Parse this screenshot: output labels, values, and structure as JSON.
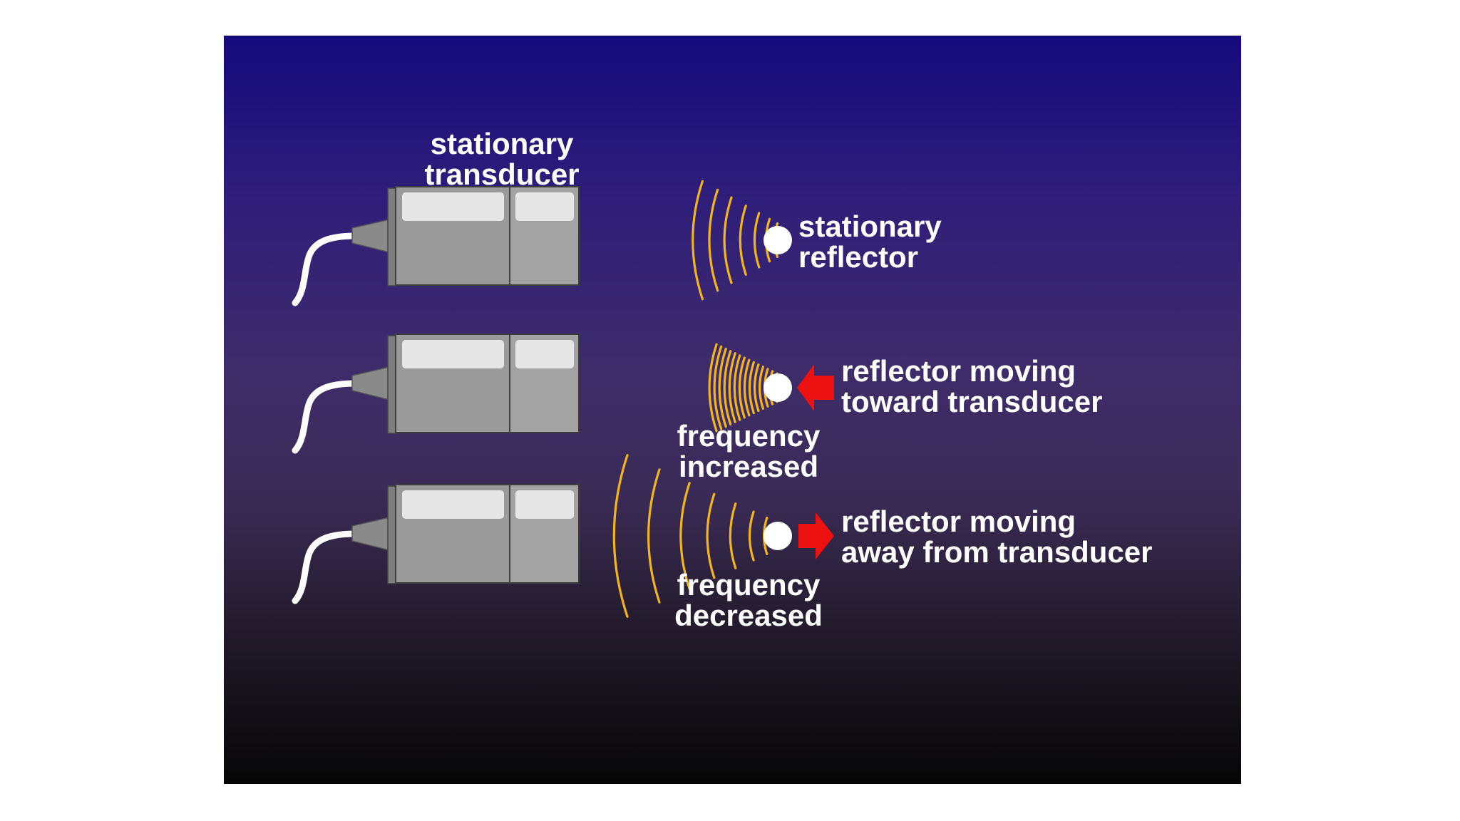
{
  "colors": {
    "wave": "#f2b51e",
    "arrow": "#ee1111",
    "reflector": "#ffffff",
    "housing": "#9a9a9a",
    "window": "#e6e6e6",
    "cable": "#ffffff",
    "background_top": "#150a7c",
    "background_bottom": "#060606"
  },
  "labels": {
    "transducer_line1": "stationary",
    "transducer_line2": "transducer",
    "reflector1_line1": "stationary",
    "reflector1_line2": "reflector",
    "reflector2_line1": "reflector moving",
    "reflector2_line2": "toward transducer",
    "freq2_line1": "frequency",
    "freq2_line2": "increased",
    "reflector3_line1": "reflector moving",
    "reflector3_line2": "away from transducer",
    "freq3_line1": "frequency",
    "freq3_line2": "decreased"
  },
  "rows": [
    {
      "name": "stationary-reflector",
      "arrow": "none",
      "wave_icon": "even-wave-arcs"
    },
    {
      "name": "reflector-toward",
      "arrow": "left",
      "wave_icon": "compressed-wave-arcs"
    },
    {
      "name": "reflector-away",
      "arrow": "right",
      "wave_icon": "spread-wave-arcs"
    }
  ]
}
